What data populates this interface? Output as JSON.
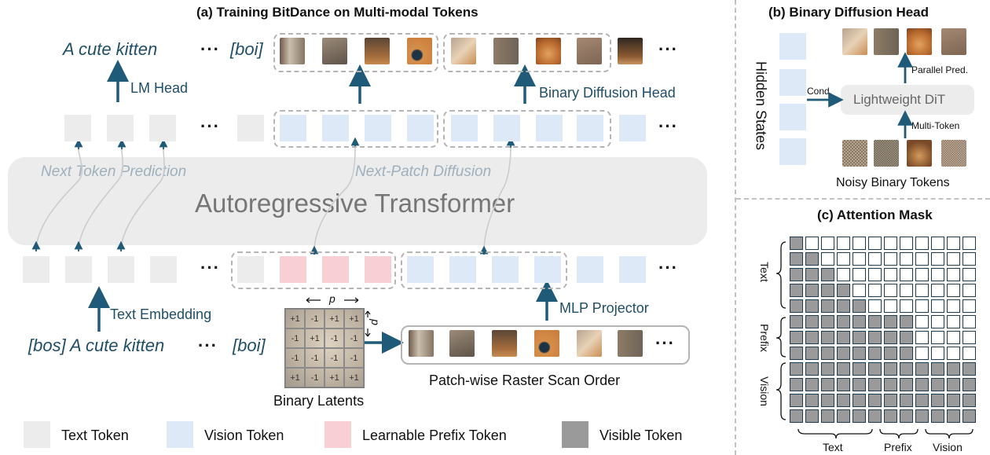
{
  "panel_a": {
    "title": "(a)  Training BitDance on Multi-modal Tokens",
    "output_text": "A cute kitten",
    "output_boi": "[boi]",
    "lm_head": "LM Head",
    "binary_diffusion_head": "Binary Diffusion Head",
    "next_token_prediction": "Next Token Prediction",
    "next_patch_diffusion": "Next-Patch Diffusion",
    "transformer": "Autoregressive Transformer",
    "text_embedding": "Text Embedding",
    "input_text": "[bos] A cute kitten",
    "input_boi": "[boi]",
    "mlp_projector": "MLP Projector",
    "binary_latents": "Binary Latents",
    "raster_scan": "Patch-wise Raster Scan Order",
    "p_label": "p",
    "latent_values": [
      "+1",
      "-1",
      "+1",
      "+1",
      "-1",
      "+1",
      "-1",
      "-1",
      "-1",
      "-1",
      "-1",
      "-1",
      "+1",
      "-1",
      "+1",
      "+1"
    ],
    "ellipsis": "···"
  },
  "panel_b": {
    "title": "(b) Binary Diffusion Head",
    "hidden_states": "Hidden States",
    "cond": "Cond.",
    "dit": "Lightweight DiT",
    "parallel_pred": "Parallel Pred.",
    "multi_token": "Multi-Token",
    "noisy_tokens": "Noisy Binary Tokens"
  },
  "panel_c": {
    "title": "(c) Attention Mask",
    "row_labels": [
      "Text",
      "Prefix",
      "Vision"
    ],
    "col_labels": [
      "Text",
      "Prefix",
      "Vision"
    ]
  },
  "legend": {
    "text_token": "Text Token",
    "vision_token": "Vision Token",
    "prefix_token": "Learnable Prefix Token",
    "visible_token": "Visible Token"
  },
  "colors": {
    "text_token": "#ececec",
    "vision_token": "#dde9f7",
    "prefix_token": "#f9cfd6",
    "visible_token": "#9a9a9a",
    "arrow": "#1f5a78"
  }
}
